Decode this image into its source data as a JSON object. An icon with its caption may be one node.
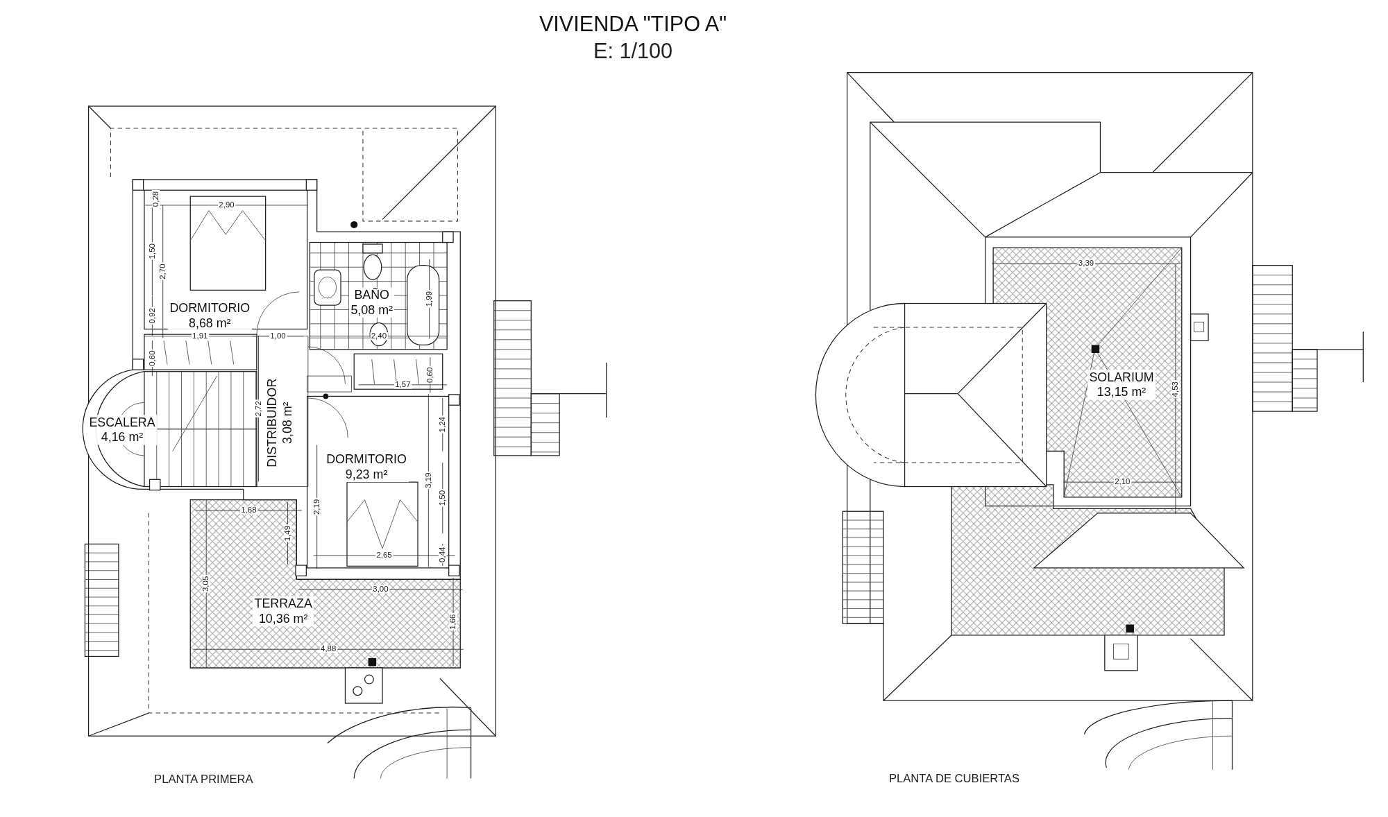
{
  "diagram": {
    "title": "VIVIENDA \"TIPO A\"",
    "nodes": [
      {
        "text": [
          "DORMITORIO",
          "8,68 m²"
        ]
      },
      {
        "text": [
          "BAÑO",
          "5,08 m²"
        ]
      },
      {
        "text": [
          "ESCALERA",
          "4,16 m²"
        ]
      },
      {
        "text": [
          "DISTRIBUIDOR",
          "3,08 m²"
        ]
      },
      {
        "text": [
          "DORMITORIO",
          "9,23 m²"
        ]
      },
      {
        "text": [
          "TERRAZA",
          "10,36 m²"
        ]
      },
      {
        "text": [
          "SOLARIUM",
          "13,15 m²"
        ]
      }
    ],
    "labels": [
      "E: 1/100",
      "2,90",
      "0,28",
      "1,50",
      "2,70",
      "3,39",
      "1,99",
      "0,92",
      "1,91",
      "1,00",
      "2,40",
      "0,60",
      "0,60",
      "1,57",
      "4,53",
      "2,72",
      "1,24",
      "3,19",
      "2,10",
      "1,50",
      "2,19",
      "1,68",
      "1,49",
      "2,65",
      "0,44",
      "3,05",
      "3,00",
      "1,66",
      "4,88",
      "PLANTA PRIMERA",
      "PLANTA DE CUBIERTAS"
    ]
  }
}
